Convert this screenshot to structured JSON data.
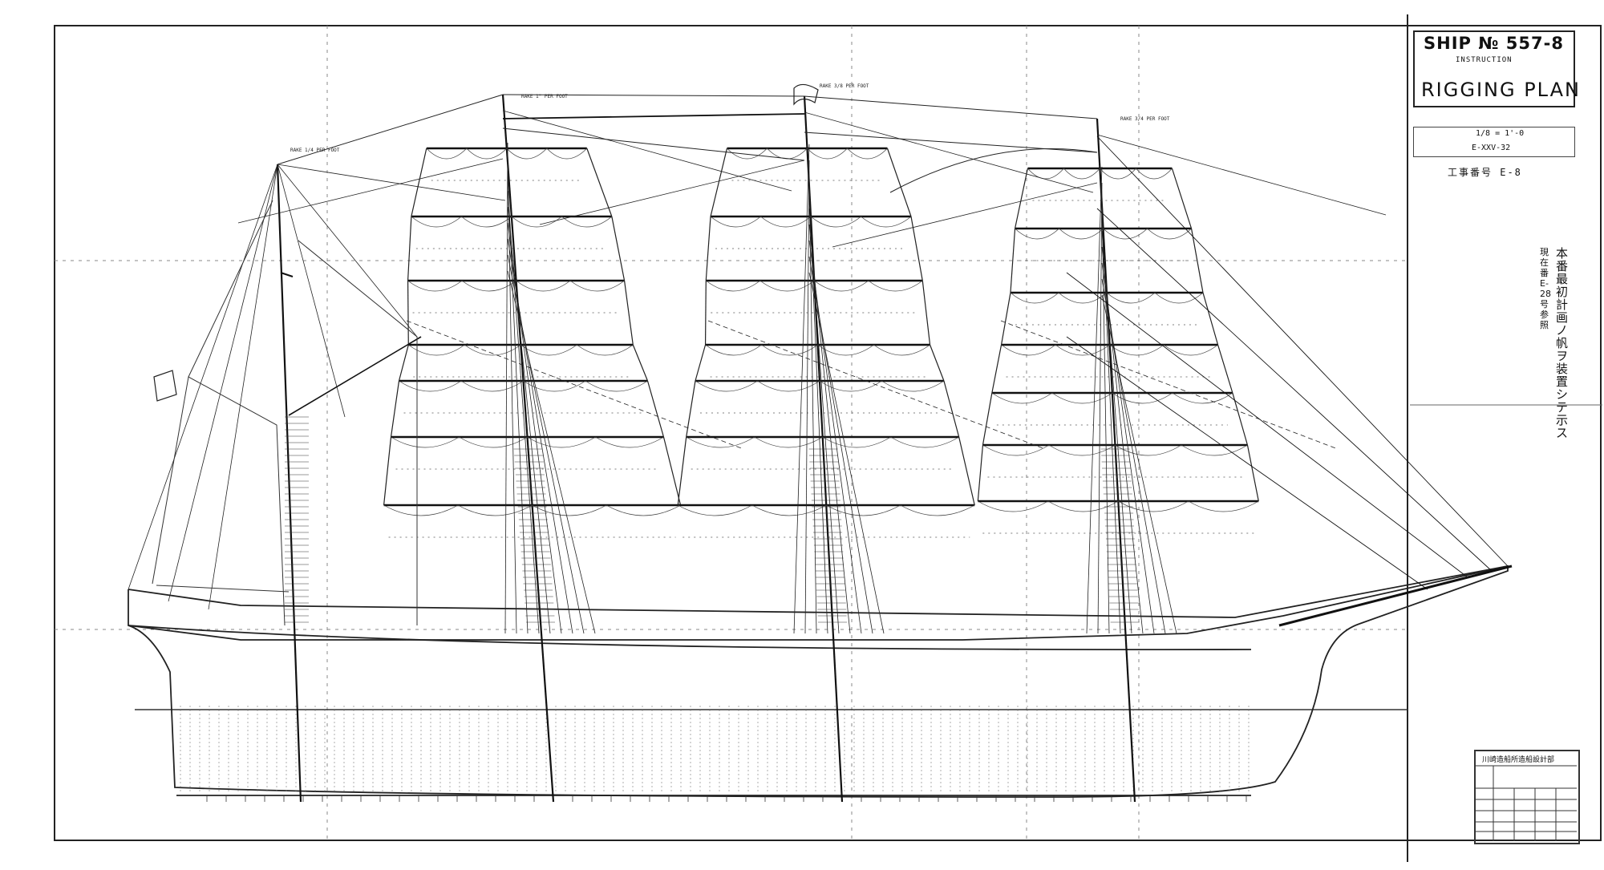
{
  "title_block": {
    "ship_no": "SHIP № 557-8",
    "ship_no_sub": "INSTRUCTION",
    "plan_title": "RIGGING PLAN",
    "scale": "1/8 = 1'-0",
    "ref": "E-XXV-32",
    "drawing_no": "工事番号 E-8"
  },
  "notes": {
    "jp_line1": "本番最初計画ノ帆ヲ装置シテ示ス",
    "jp_line2": "現在番E-28号参照"
  },
  "rake_labels": {
    "jigger": "RAKE 1/4 PER FOOT",
    "mizzen": "RAKE 1\" PER FOOT",
    "main": "RAKE 3/8 PER FOOT",
    "fore": "RAKE 3/4 PER FOOT"
  },
  "stamp": {
    "header": "川崎造船所造船設計部"
  }
}
